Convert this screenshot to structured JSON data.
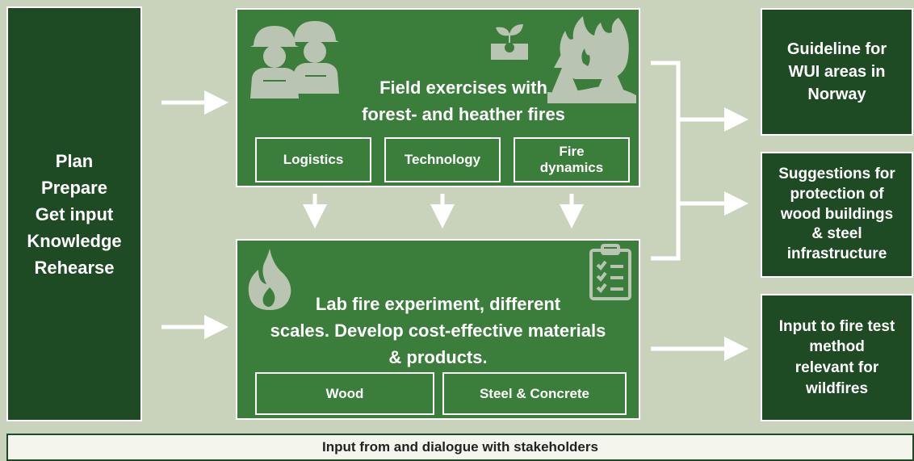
{
  "left_panel": {
    "lines": [
      "Plan",
      "Prepare",
      "Get input",
      "Knowledge",
      "Rehearse"
    ]
  },
  "field_box": {
    "title_line1": "Field exercises with",
    "title_line2": "forest- and heather fires",
    "subs": [
      "Logistics",
      "Technology",
      "Fire dynamics"
    ]
  },
  "lab_box": {
    "title_line1": "Lab fire experiment, different",
    "title_line2": "scales. Develop cost-effective materials",
    "title_line3": "& products.",
    "subs": [
      "Wood",
      "Steel & Concrete"
    ]
  },
  "outputs": {
    "guideline": [
      "Guideline for",
      "WUI areas in",
      "Norway"
    ],
    "suggestions": [
      "Suggestions for",
      "protection of",
      "wood buildings",
      "& steel",
      "infrastructure"
    ],
    "input_method": [
      "Input to fire test",
      "method",
      "relevant for",
      "wildfires"
    ]
  },
  "footer": {
    "text": "Input from and dialogue with stakeholders"
  },
  "icons": [
    "firefighters-icon",
    "seedling-icon",
    "forest-fire-icon",
    "flame-icon",
    "clipboard-checklist-icon"
  ],
  "colors": {
    "dark_green": "#1e4a24",
    "mid_green": "#3b7d3b",
    "background": "#c9d2bb",
    "icon_grey": "#b9c4b2"
  }
}
